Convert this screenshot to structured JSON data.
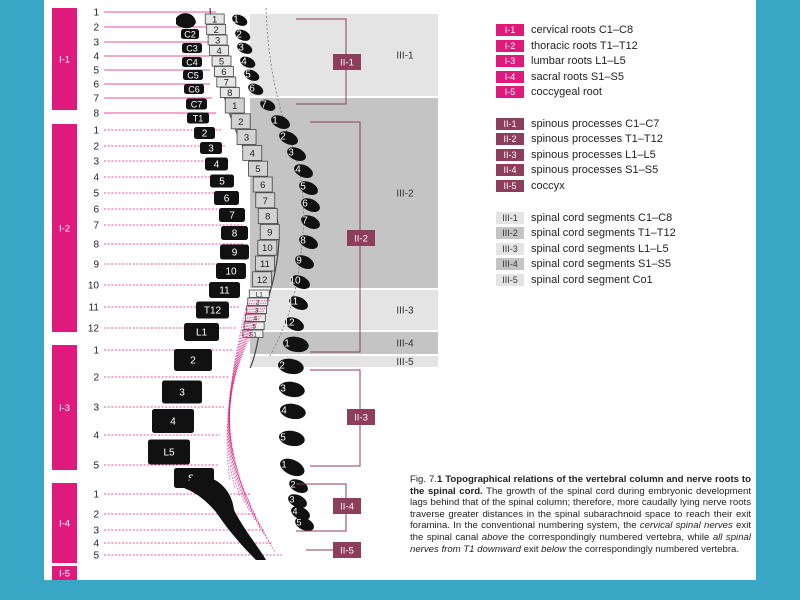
{
  "colors": {
    "magenta": "#e0197d",
    "plum": "#8c3e5b",
    "teal_frame": "#3aa6c6",
    "region_light": "#e4e4e4",
    "region_dark": "#c4c4c4",
    "bone": "#111111"
  },
  "left_bars": [
    {
      "label": "I-1"
    },
    {
      "label": "I-2"
    },
    {
      "label": "I-3"
    },
    {
      "label": "I-4"
    },
    {
      "label": "I-5"
    }
  ],
  "root_numbers": [
    "1",
    "2",
    "3",
    "4",
    "5",
    "6",
    "7",
    "8",
    "1",
    "2",
    "3",
    "4",
    "5",
    "6",
    "7",
    "8",
    "9",
    "10",
    "11",
    "12",
    "1",
    "2",
    "3",
    "4",
    "5",
    "1",
    "2",
    "3",
    "4",
    "5"
  ],
  "vertebra_labels": [
    "C2",
    "C3",
    "C4",
    "C5",
    "C6",
    "C7",
    "T1",
    "2",
    "3",
    "4",
    "5",
    "6",
    "7",
    "8",
    "9",
    "10",
    "11",
    "T12",
    "L1",
    "2",
    "3",
    "4",
    "L5",
    "S1"
  ],
  "cord_segments": [
    "1",
    "2",
    "3",
    "4",
    "5",
    "6",
    "7",
    "8",
    "1",
    "2",
    "3",
    "4",
    "5",
    "6",
    "7",
    "8",
    "9",
    "10",
    "11",
    "12",
    "L1",
    "2",
    "3",
    "4",
    "5",
    "S1"
  ],
  "spinous_numbers": [
    "1",
    "2",
    "3",
    "4",
    "5",
    "6",
    "7",
    "1",
    "2",
    "3",
    "4",
    "5",
    "6",
    "7",
    "8",
    "9",
    "10",
    "11",
    "12",
    "1",
    "2",
    "3",
    "4",
    "5",
    "1",
    "2",
    "3",
    "4",
    "5"
  ],
  "brackets": [
    {
      "label": "II-1"
    },
    {
      "label": "II-2"
    },
    {
      "label": "II-3"
    },
    {
      "label": "II-4"
    },
    {
      "label": "II-5"
    }
  ],
  "regions": [
    {
      "label": "III-1"
    },
    {
      "label": "III-2"
    },
    {
      "label": "III-3"
    },
    {
      "label": "III-4"
    },
    {
      "label": "III-5"
    }
  ],
  "legend": [
    {
      "key": "I-1",
      "label": "cervical roots C1–C8"
    },
    {
      "key": "I-2",
      "label": "thoracic roots T1–T12"
    },
    {
      "key": "I-3",
      "label": "lumbar roots L1–L5"
    },
    {
      "key": "I-4",
      "label": "sacral roots S1–S5"
    },
    {
      "key": "I-5",
      "label": "coccygeal root"
    },
    {
      "key": "II-1",
      "label": "spinous processes C1–C7"
    },
    {
      "key": "II-2",
      "label": "spinous processes T1–T12"
    },
    {
      "key": "II-3",
      "label": "spinous processes L1–L5"
    },
    {
      "key": "II-4",
      "label": "spinous processes S1–S5"
    },
    {
      "key": "II-5",
      "label": "coccyx"
    },
    {
      "key": "III-1",
      "label": "spinal cord segments C1–C8"
    },
    {
      "key": "III-2",
      "label": "spinal cord segments T1–T12"
    },
    {
      "key": "III-3",
      "label": "spinal cord segments L1–L5"
    },
    {
      "key": "III-4",
      "label": "spinal cord segments S1–S5"
    },
    {
      "key": "III-5",
      "label": "spinal cord segment Co1"
    }
  ],
  "caption": {
    "fig_prefix": "Fig. 7.",
    "fig_number": "1",
    "title": " Topographical relations of the vertebral column and nerve roots to the spinal cord.",
    "text1": " The growth of the spinal cord during embryonic development lags behind that of the spinal column; therefore, more caudally lying nerve roots traverse greater distances in the spinal subarachnoid space to reach their exit foramina. In the conventional numbering system, the ",
    "em1": "cervical spinal nerves",
    "text2": " exit the spinal canal ",
    "em2": "above",
    "text3": " the correspondingly numbered vertebra, while ",
    "em3": "all spinal nerves from T1 downward",
    "text4": " exit ",
    "em4": "below",
    "text5": " the correspondingly numbered vertebra."
  }
}
